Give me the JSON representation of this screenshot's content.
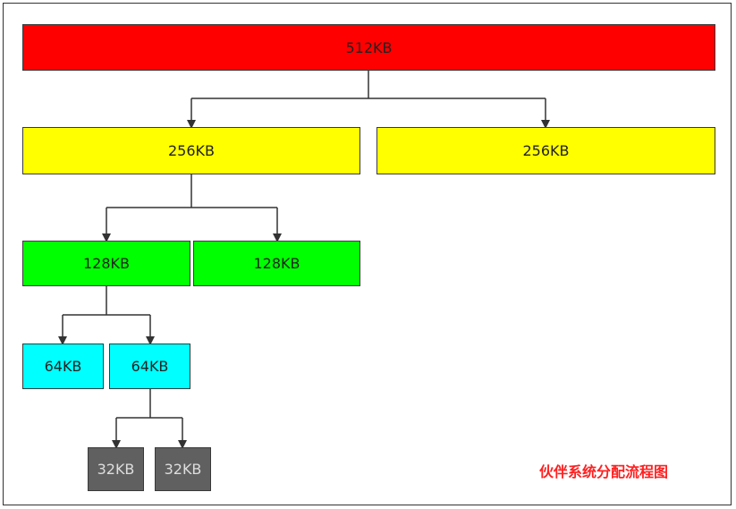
{
  "title": "伙伴系统分配流程图",
  "colors": {
    "red": "#ff0000",
    "yellow": "#ffff00",
    "green": "#00ff00",
    "cyan": "#00ffff",
    "gray": "#606060",
    "title": "#ff2020"
  },
  "blocks": {
    "kb512": "512KB",
    "kb256_left": "256KB",
    "kb256_right": "256KB",
    "kb128_left": "128KB",
    "kb128_right": "128KB",
    "kb64_left": "64KB",
    "kb64_right": "64KB",
    "kb32_left": "32KB",
    "kb32_right": "32KB"
  }
}
